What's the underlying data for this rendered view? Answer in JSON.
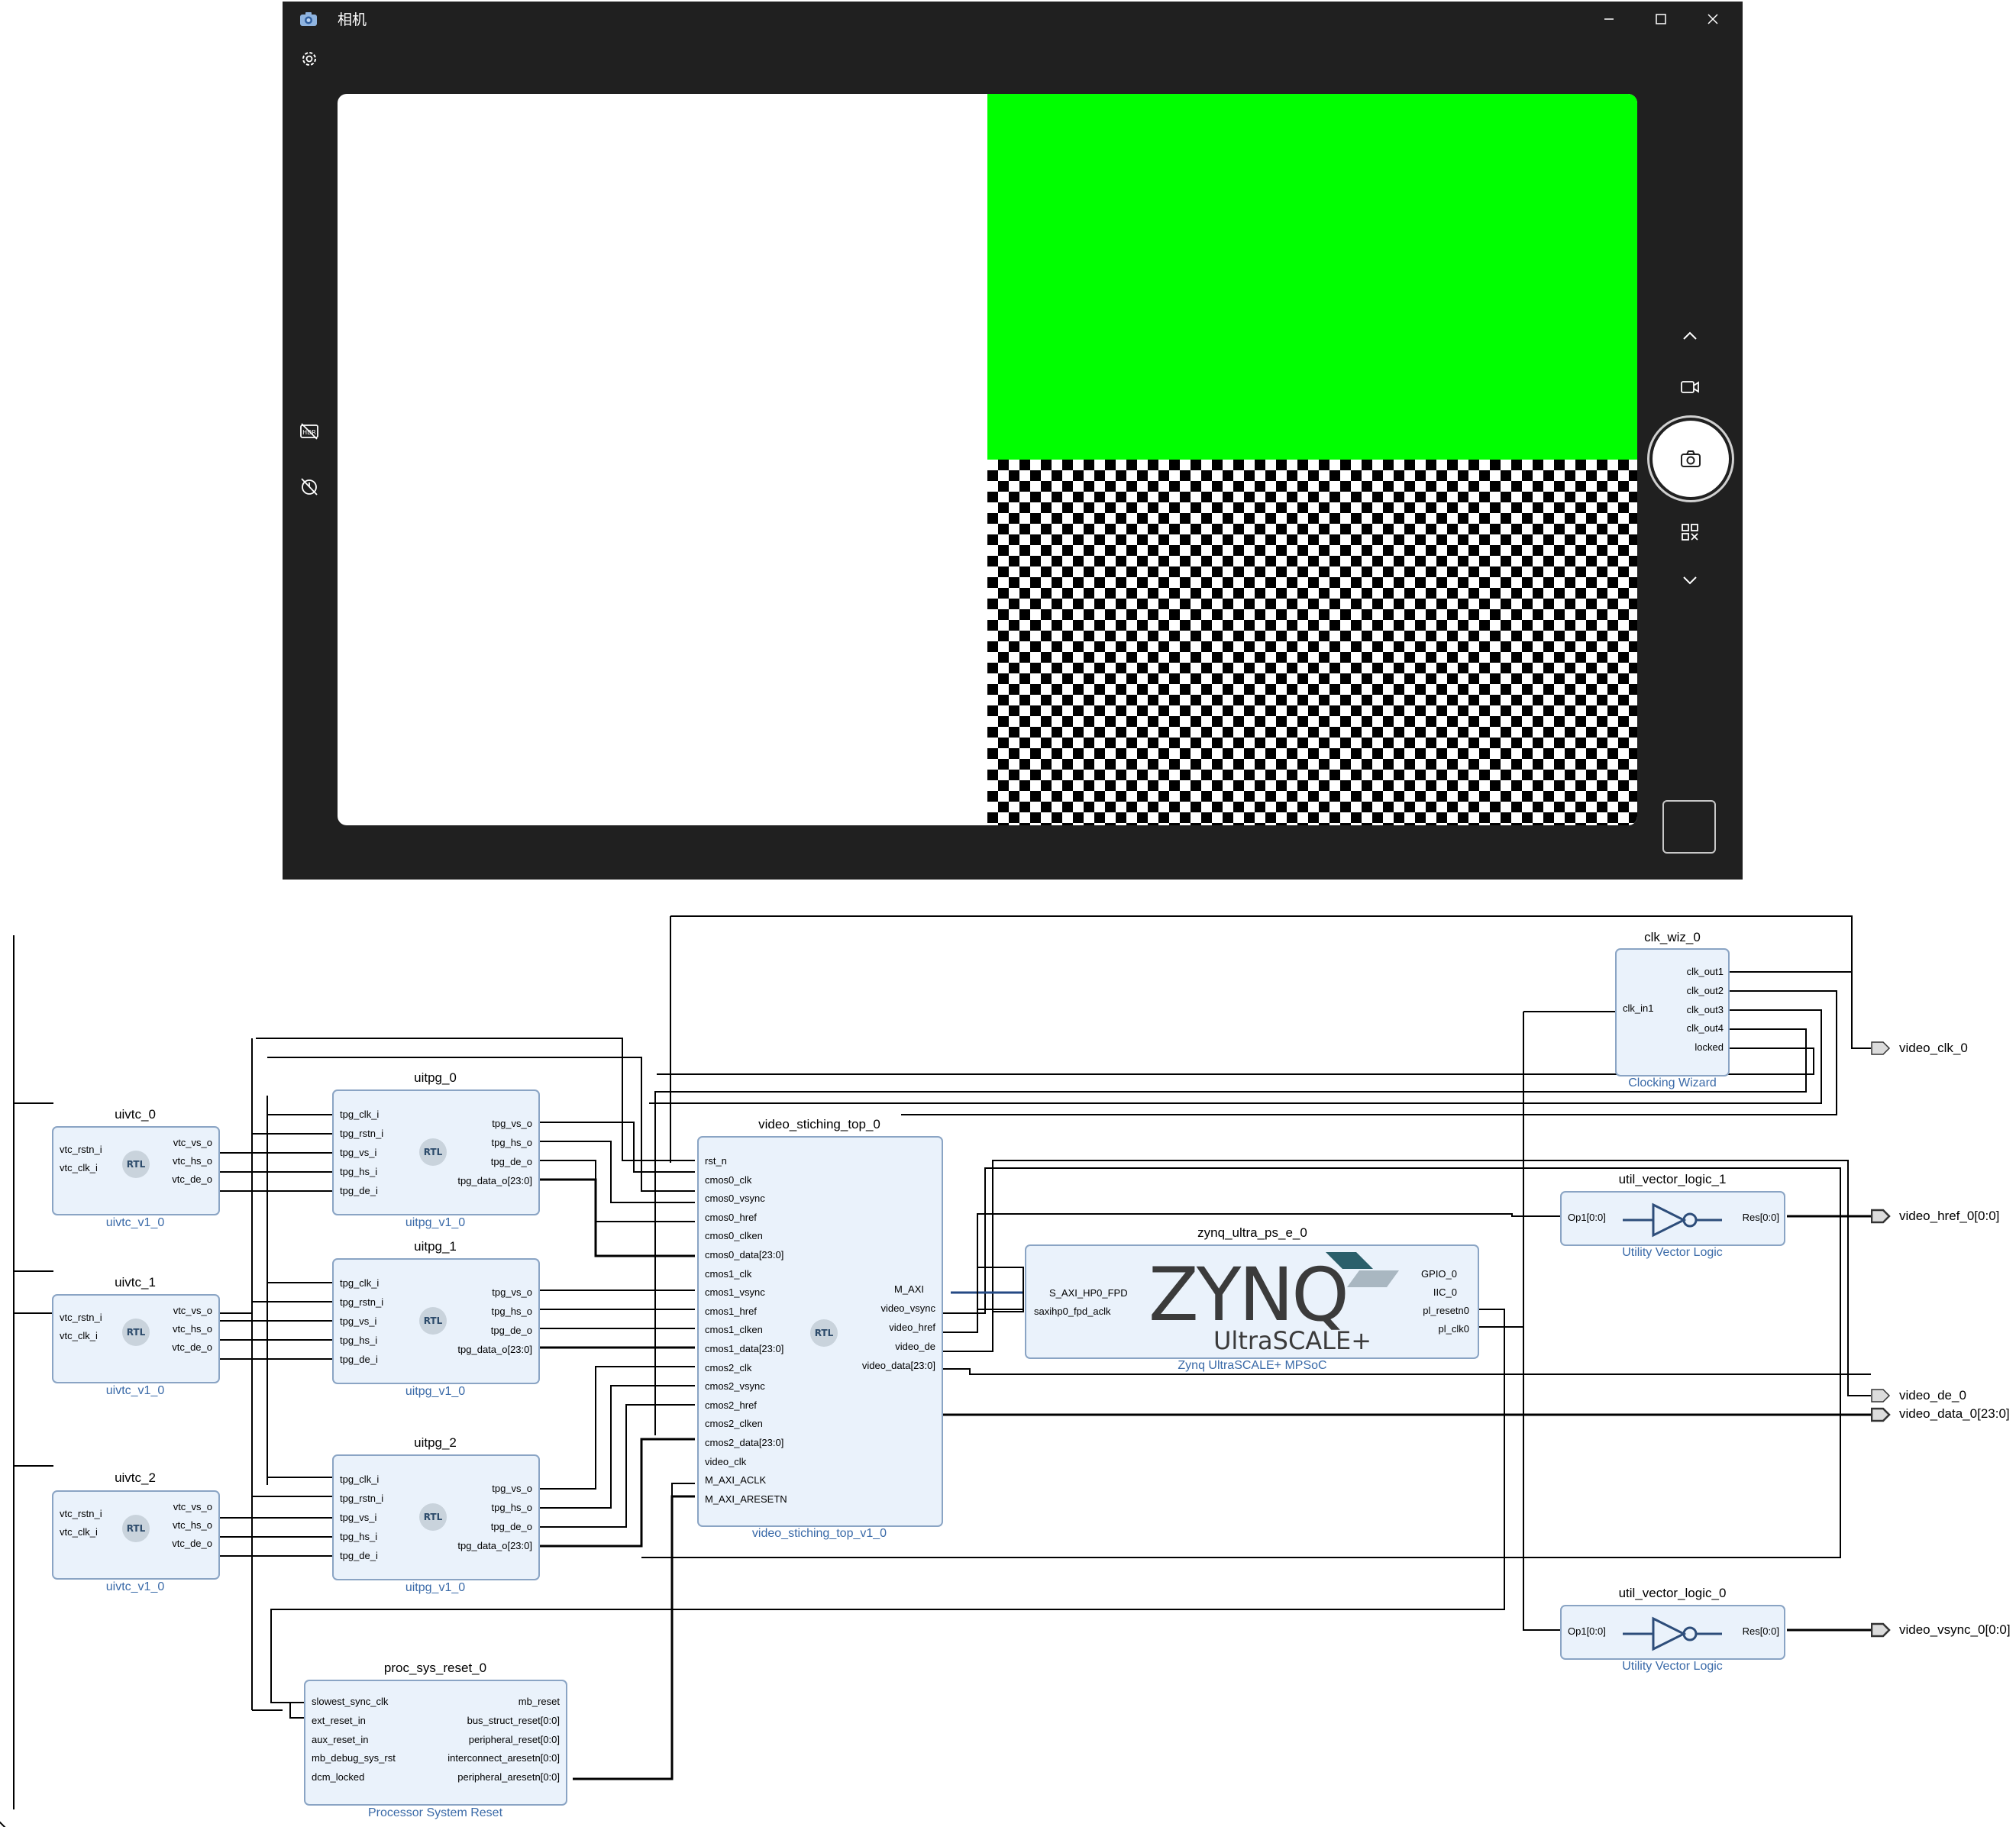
{
  "camera": {
    "title": "相机",
    "preview_colors": {
      "left": "#ffffff",
      "top_right": "#00ff00",
      "bottom_right": "checkerboard"
    },
    "icons": [
      "camera-app-icon",
      "minimize-icon",
      "maximize-icon",
      "close-icon",
      "settings-icon",
      "hdr-off-icon",
      "timer-off-icon",
      "chevron-up-icon",
      "video-mode-icon",
      "take-photo-icon",
      "qr-scan-icon",
      "chevron-down-icon"
    ]
  },
  "design": {
    "uivtc": [
      {
        "name": "uivtc_0",
        "type": "uivtc_v1_0"
      },
      {
        "name": "uivtc_1",
        "type": "uivtc_v1_0"
      },
      {
        "name": "uivtc_2",
        "type": "uivtc_v1_0"
      }
    ],
    "uivtc_inputs": [
      "vtc_rstn_i",
      "vtc_clk_i"
    ],
    "uivtc_outputs": [
      "vtc_vs_o",
      "vtc_hs_o",
      "vtc_de_o"
    ],
    "uitpg": [
      {
        "name": "uitpg_0",
        "type": "uitpg_v1_0"
      },
      {
        "name": "uitpg_1",
        "type": "uitpg_v1_0"
      },
      {
        "name": "uitpg_2",
        "type": "uitpg_v1_0"
      }
    ],
    "uitpg_inputs": [
      "tpg_clk_i",
      "tpg_rstn_i",
      "tpg_vs_i",
      "tpg_hs_i",
      "tpg_de_i"
    ],
    "uitpg_outputs": [
      "tpg_vs_o",
      "tpg_hs_o",
      "tpg_de_o",
      "tpg_data_o[23:0]"
    ],
    "rtl_badge": "RTL",
    "stitch": {
      "name": "video_stiching_top_0",
      "type": "video_stiching_top_v1_0",
      "inputs": [
        "rst_n",
        "cmos0_clk",
        "cmos0_vsync",
        "cmos0_href",
        "cmos0_clken",
        "cmos0_data[23:0]",
        "cmos1_clk",
        "cmos1_vsync",
        "cmos1_href",
        "cmos1_clken",
        "cmos1_data[23:0]",
        "cmos2_clk",
        "cmos2_vsync",
        "cmos2_href",
        "cmos2_clken",
        "cmos2_data[23:0]",
        "video_clk",
        "M_AXI_ACLK",
        "M_AXI_ARESETN"
      ],
      "outputs": [
        "M_AXI",
        "video_vsync",
        "video_href",
        "video_de",
        "video_data[23:0]"
      ]
    },
    "clk_wiz": {
      "name": "clk_wiz_0",
      "type": "Clocking Wizard",
      "input": "clk_in1",
      "outputs": [
        "clk_out1",
        "clk_out2",
        "clk_out3",
        "clk_out4",
        "locked"
      ]
    },
    "uvl1": {
      "name": "util_vector_logic_1",
      "type": "Utility Vector Logic",
      "input": "Op1[0:0]",
      "output": "Res[0:0]"
    },
    "uvl0": {
      "name": "util_vector_logic_0",
      "type": "Utility Vector Logic",
      "input": "Op1[0:0]",
      "output": "Res[0:0]"
    },
    "zynq": {
      "name": "zynq_ultra_ps_e_0",
      "type": "Zynq UltraSCALE+ MPSoC",
      "logo": "ZYNQ",
      "logo_sub": "UltraSCALE+",
      "inputs": [
        "S_AXI_HP0_FPD",
        "saxihp0_fpd_aclk"
      ],
      "outputs": [
        "GPIO_0",
        "IIC_0",
        "pl_resetn0",
        "pl_clk0"
      ]
    },
    "psr": {
      "name": "proc_sys_reset_0",
      "type": "Processor System Reset",
      "inputs": [
        "slowest_sync_clk",
        "ext_reset_in",
        "aux_reset_in",
        "mb_debug_sys_rst",
        "dcm_locked"
      ],
      "outputs": [
        "mb_reset",
        "bus_struct_reset[0:0]",
        "peripheral_reset[0:0]",
        "interconnect_aresetn[0:0]",
        "peripheral_aresetn[0:0]"
      ]
    },
    "ext_ports": [
      "video_clk_0",
      "video_href_0[0:0]",
      "video_de_0",
      "video_data_0[23:0]",
      "video_vsync_0[0:0]"
    ]
  }
}
